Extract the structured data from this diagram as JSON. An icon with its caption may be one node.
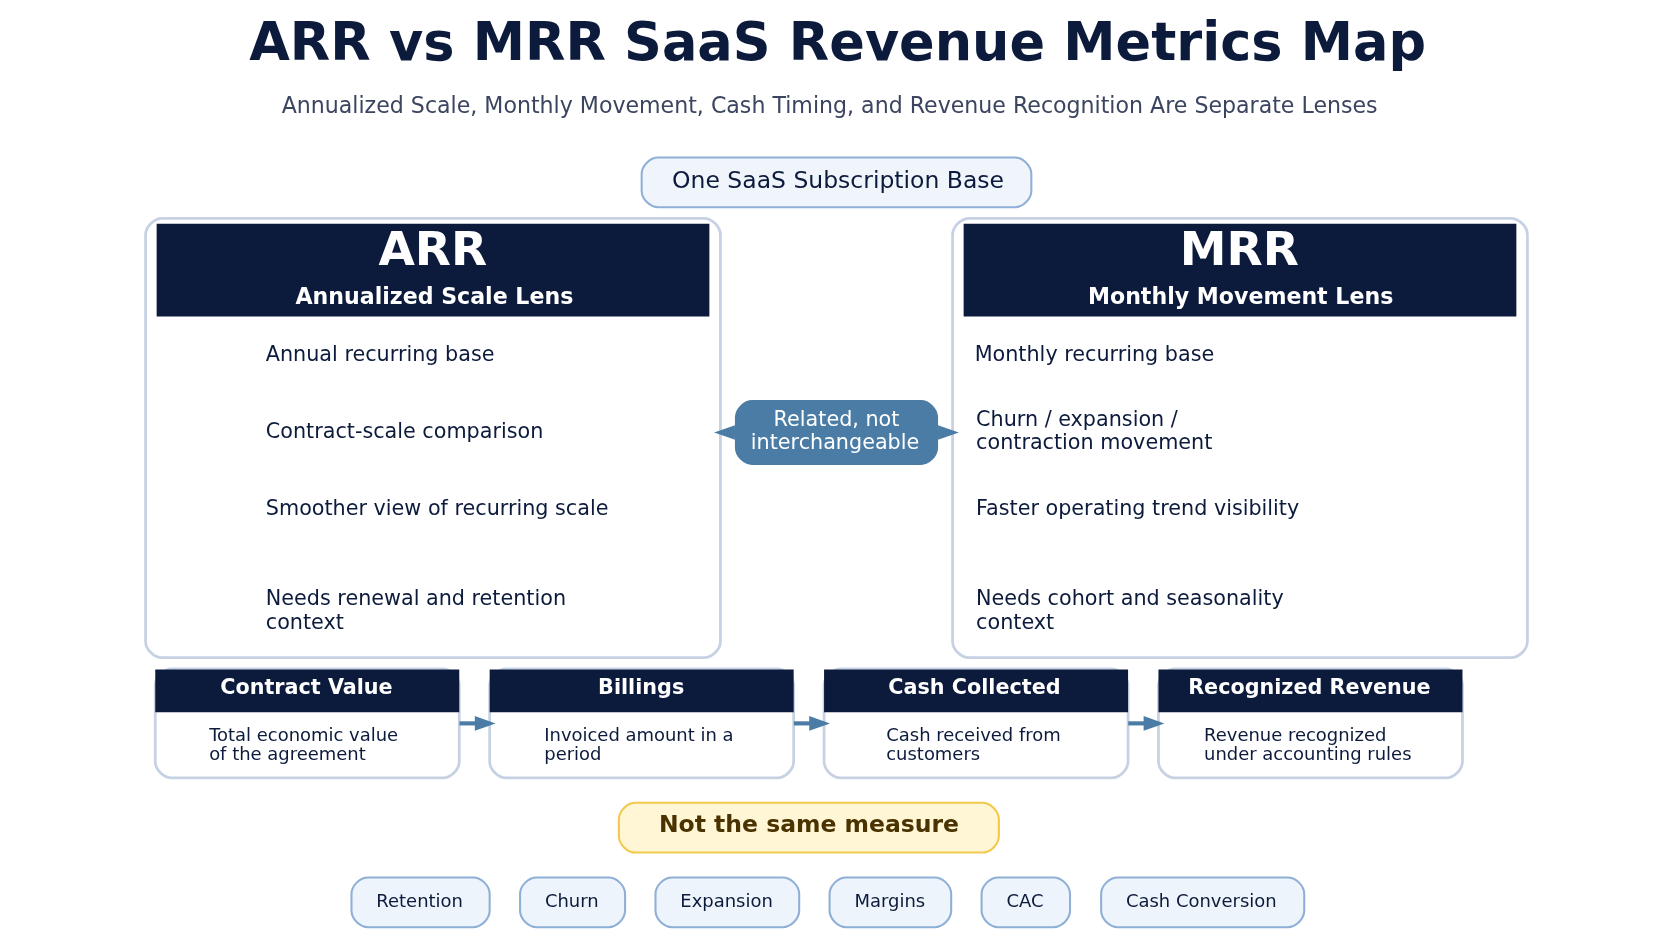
{
  "diagram": {
    "title": "ARR vs MRR SaaS Revenue Metrics Map",
    "nodes": [
      {
        "text": [
          "One SaaS Subscription Base"
        ]
      },
      {
        "text": [
          "ARR",
          "Annualized Scale Lens"
        ]
      },
      {
        "text": [
          "Annual recurring base"
        ],
        "in": 1
      },
      {
        "text": [
          "Contract-scale comparison"
        ],
        "in": 1
      },
      {
        "text": [
          "Smoother view of recurring scale"
        ],
        "in": 1
      },
      {
        "text": [
          "Needs renewal and retention context"
        ],
        "in": 1
      },
      {
        "text": [
          "Related, not interchangeable"
        ]
      },
      {
        "text": [
          "MRR",
          "Monthly Movement Lens"
        ]
      },
      {
        "text": [
          "Monthly recurring base"
        ],
        "in": 7
      },
      {
        "text": [
          "Churn / expansion / contraction movement"
        ],
        "in": 7
      },
      {
        "text": [
          "Faster operating trend visibility"
        ],
        "in": 7
      },
      {
        "text": [
          "Needs cohort and seasonality context"
        ],
        "in": 7
      },
      {
        "text": [
          "Contract Value",
          "Total economic value of the agreement"
        ]
      },
      {
        "text": [
          "Billings",
          "Invoiced amount in a period"
        ]
      },
      {
        "text": [
          "Cash Collected",
          "Cash received from customers"
        ]
      },
      {
        "text": [
          "Recognized Revenue",
          "Revenue recognized under accounting rules"
        ]
      },
      {
        "text": [
          "Not the same measure"
        ]
      },
      {
        "text": [
          "Retention"
        ]
      },
      {
        "text": [
          "Churn"
        ]
      },
      {
        "text": [
          "Expansion"
        ]
      },
      {
        "text": [
          "Margins"
        ]
      },
      {
        "text": [
          "CAC"
        ]
      },
      {
        "text": [
          "Cash Conversion"
        ]
      }
    ],
    "edges": [
      {
        "from": 6,
        "to": 1,
        "arrow": "to"
      },
      {
        "from": 6,
        "to": 7,
        "arrow": "to"
      },
      {
        "from": 12,
        "to": 13,
        "arrow": "to"
      },
      {
        "from": 13,
        "to": 14,
        "arrow": "to"
      },
      {
        "from": 14,
        "to": 15,
        "arrow": "to"
      }
    ],
    "labels": [
      "Annualized Scale, Monthly Movement, Cash Timing, and Revenue Recognition Are Separate Lenses"
    ]
  }
}
